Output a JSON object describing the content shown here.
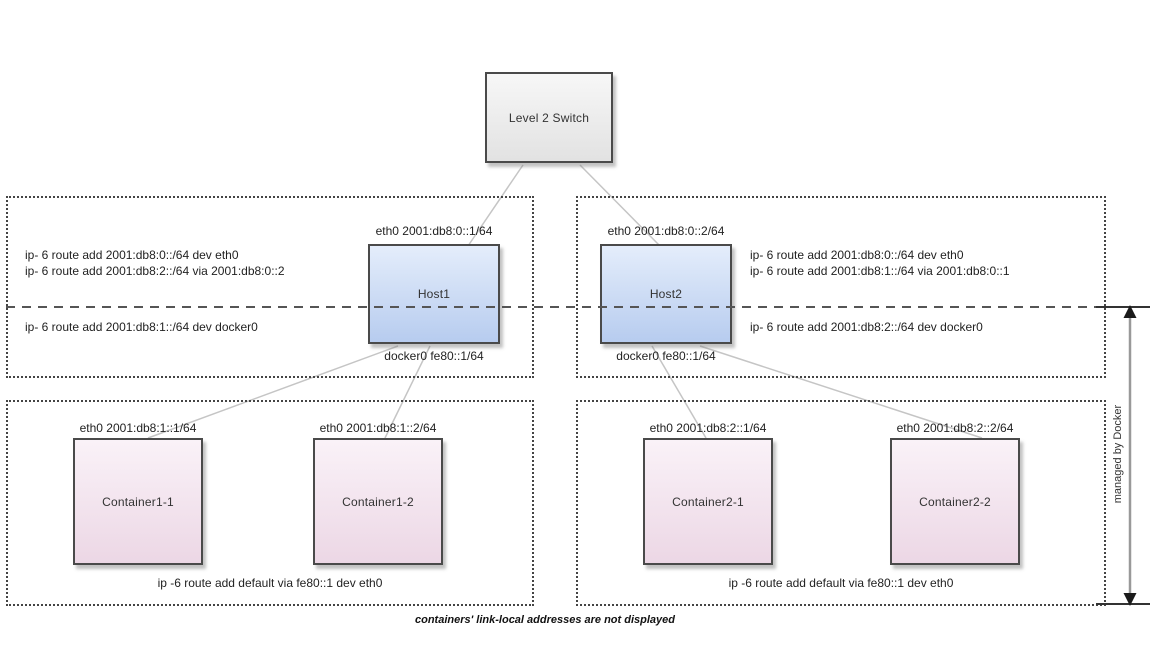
{
  "switch": {
    "label": "Level 2 Switch"
  },
  "hosts": [
    {
      "name": "Host1",
      "eth0": "eth0 2001:db8:0::1/64",
      "docker0": "docker0 fe80::1/64",
      "routes_host": [
        "ip- 6 route add 2001:db8:0::/64 dev eth0",
        "ip- 6 route add 2001:db8:2::/64 via 2001:db8:0::2"
      ],
      "routes_docker": [
        "ip- 6 route add 2001:db8:1::/64 dev docker0"
      ]
    },
    {
      "name": "Host2",
      "eth0": "eth0 2001:db8:0::2/64",
      "docker0": "docker0 fe80::1/64",
      "routes_host": [
        "ip- 6 route add 2001:db8:0::/64 dev eth0",
        "ip- 6 route add 2001:db8:1::/64 via 2001:db8:0::1"
      ],
      "routes_docker": [
        "ip- 6 route add 2001:db8:2::/64 dev docker0"
      ]
    }
  ],
  "containers": [
    {
      "name": "Container1-1",
      "eth0": "eth0 2001:db8:1::1/64"
    },
    {
      "name": "Container1-2",
      "eth0": "eth0 2001:db8:1::2/64"
    },
    {
      "name": "Container2-1",
      "eth0": "eth0 2001:db8:2::1/64"
    },
    {
      "name": "Container2-2",
      "eth0": "eth0 2001:db8:2::2/64"
    }
  ],
  "zones": [
    {
      "default_route": "ip -6 route add default via fe80::1 dev eth0"
    },
    {
      "default_route": "ip -6 route add default via fe80::1 dev eth0"
    }
  ],
  "annotations": {
    "managed_by": "managed by Docker",
    "caption": "containers' link-local addresses are not displayed"
  },
  "colors": {
    "host_fill_top": "#e4edfb",
    "host_fill_bottom": "#b7ccef",
    "container_fill_top": "#faf2f8",
    "container_fill_bottom": "#ecd7e5",
    "switch_fill_top": "#f7f7f7",
    "switch_fill_bottom": "#e2e2e2",
    "box_border": "#4a4a4a",
    "connector_line": "#c5c5c5",
    "dashed_zone_border": "#444444",
    "separator_dash": "#555555",
    "arrow_line": "#999999"
  }
}
